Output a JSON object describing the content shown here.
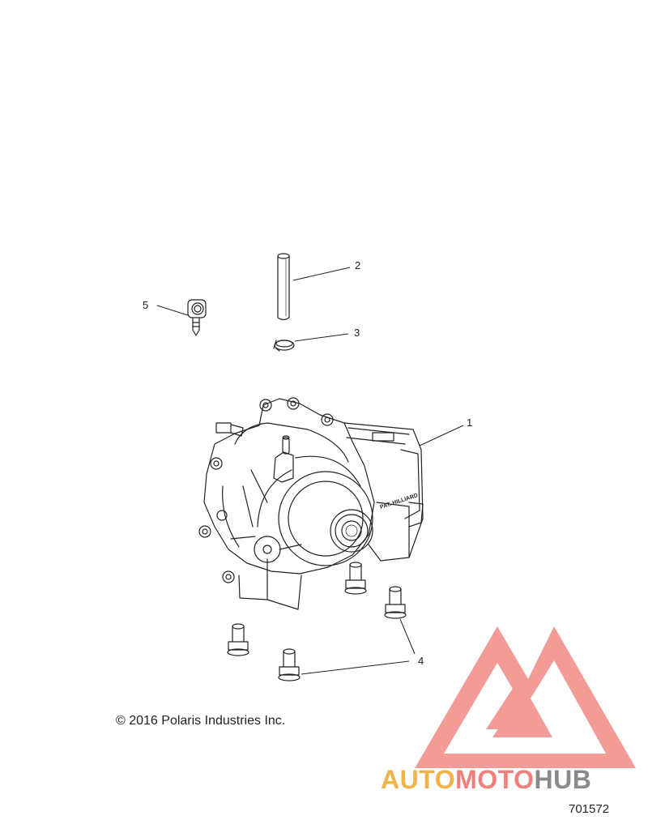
{
  "callouts": {
    "c1": "1",
    "c2": "2",
    "c3": "3",
    "c4": "4",
    "c5": "5"
  },
  "footer": {
    "copyright": "© 2016 Polaris Industries Inc.",
    "diagram_number": "701572"
  },
  "housing_text": "PAT. HILLIARD",
  "watermark": {
    "part1": "AUTO",
    "part2": "MOTO",
    "part3": "HUB",
    "colors": {
      "auto": "#F2B24A",
      "moto": "#EF7F7A",
      "hub": "#8A8A8A",
      "triangle": "#F08A86"
    }
  },
  "colors": {
    "line": "#222222",
    "background": "#FFFFFF"
  }
}
